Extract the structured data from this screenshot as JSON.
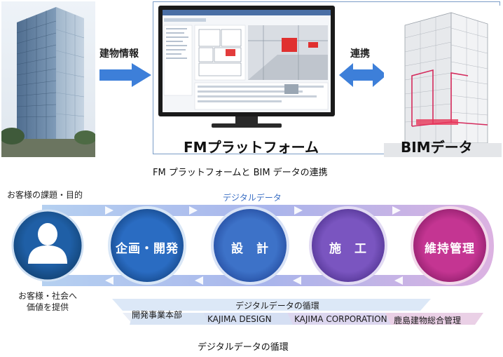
{
  "top": {
    "arrow_left_label": "建物情報",
    "arrow_right_label": "連携",
    "platform_label": "FMプラットフォーム",
    "bim_label": "BIMデータ",
    "caption": "FM プラットフォームと BIM データの連携"
  },
  "cycle": {
    "top_left_text": "お客様の課題・目的",
    "top_flow_label": "デジタルデータ",
    "bottom_left_line1": "お客様・社会へ",
    "bottom_left_line2": "価値を提供",
    "stages": [
      "企画・開発",
      "設　計",
      "施　工",
      "維持管理"
    ],
    "loop_label": "デジタルデータの循環",
    "entities": [
      "開発事業本部",
      "KAJIMA DESIGN",
      "KAJIMA CORPORATION",
      "鹿島建物総合管理"
    ],
    "caption": "デジタルデータの循環"
  },
  "colors": {
    "frame_border": "#7a9cc6",
    "arrow_blue": "#3d7fd9",
    "circle_dark_blue": "#1b5ea8",
    "circle_blue": "#2f66b8",
    "circle_purple": "#6a4ab0",
    "circle_magenta": "#b62a8a",
    "band_light": "#d9e6f7",
    "band_pink": "#ead0e6"
  }
}
